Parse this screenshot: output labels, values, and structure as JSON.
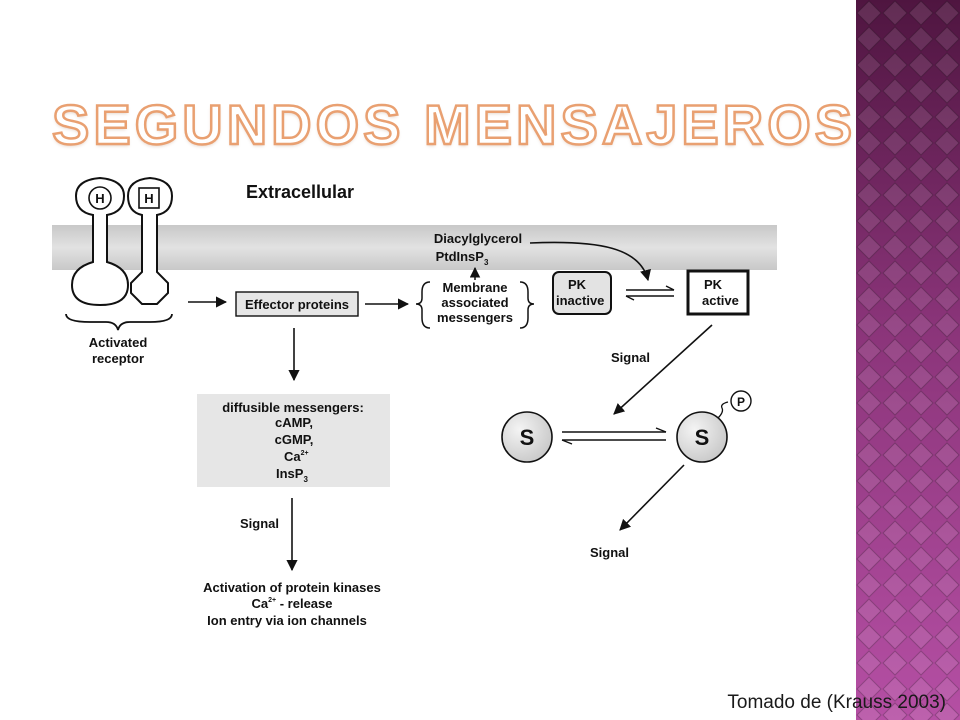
{
  "slide": {
    "title": "SEGUNDOS MENSAJEROS",
    "citation": "Tomado de (Krauss 2003)"
  },
  "diagram": {
    "extracellular": "Extracellular",
    "hormone": "H",
    "activated_line1": "Activated",
    "activated_line2": "receptor",
    "effector_proteins": "Effector proteins",
    "dag": "Diacylglycerol",
    "ptdinsp": "PtdInsP",
    "ptdinsp_sub": "3",
    "membrane_line1": "Membrane",
    "membrane_line2": "associated",
    "membrane_line3": "messengers",
    "pk_label": "PK",
    "pk_inactive": "inactive",
    "pk_active": "active",
    "signal": "Signal",
    "diffusible_title": "diffusible messengers:",
    "camp": "cAMP,",
    "cgmp": "cGMP,",
    "ca": "Ca",
    "ca_sup": "2+",
    "insp": "InsP",
    "insp_sub": "3",
    "substrate": "S",
    "phosphate": "P",
    "outcome_line1": "Activation of protein kinases",
    "outcome_line2_rest": " - release",
    "outcome_line3": "Ion entry via ion channels"
  },
  "colors": {
    "band_dark": "#5a1a48",
    "band_light": "#b04aa0",
    "title_outline": "#e9a071",
    "membrane": "#cfcfcf",
    "box_fill": "#e6e6e6"
  }
}
